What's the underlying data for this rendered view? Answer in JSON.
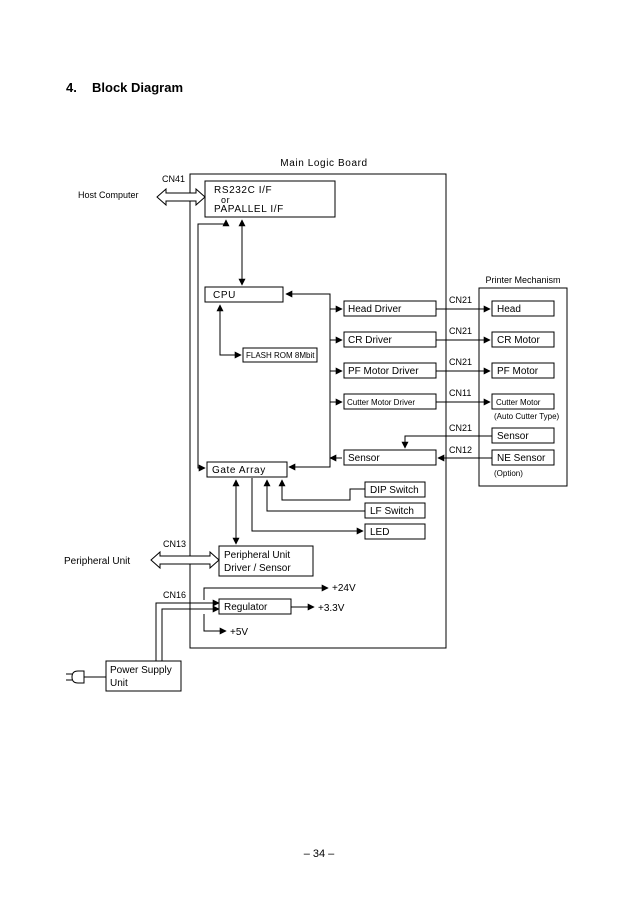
{
  "heading": {
    "number": "4.",
    "title": "Block Diagram"
  },
  "page_number": "– 34 –",
  "main_board": {
    "label": "Main Logic Board"
  },
  "printer_mechanism": {
    "label": "Printer Mechanism"
  },
  "external": {
    "host_computer": "Host Computer",
    "peripheral_unit": "Peripheral Unit",
    "power_supply_line1": "Power Supply",
    "power_supply_line2": "Unit"
  },
  "connectors": {
    "cn41": "CN41",
    "cn13": "CN13",
    "cn16": "CN16",
    "cn21_head": "CN21",
    "cn21_cr": "CN21",
    "cn21_pf": "CN21",
    "cn11": "CN11",
    "cn21_sensor": "CN21",
    "cn12": "CN12"
  },
  "blocks": {
    "rs232c_line1": "RS232C I/F",
    "rs232c_line2": "or",
    "rs232c_line3": "PAPALLEL I/F",
    "cpu": "CPU",
    "flash_rom": "FLASH ROM 8Mbit",
    "gate_array": "Gate Array",
    "head_driver": "Head Driver",
    "cr_driver": "CR Driver",
    "pf_motor_driver": "PF Motor Driver",
    "cutter_motor_driver": "Cutter Motor Driver",
    "sensor": "Sensor",
    "dip_switch": "DIP Switch",
    "lf_switch": "LF Switch",
    "led": "LED",
    "peripheral_driver_line1": "Peripheral Unit",
    "peripheral_driver_line2": "Driver / Sensor",
    "regulator": "Regulator"
  },
  "mechanism": {
    "head": "Head",
    "cr_motor": "CR Motor",
    "pf_motor": "PF Motor",
    "cutter_motor": "Cutter Motor",
    "cutter_note": "(Auto Cutter Type)",
    "sensor": "Sensor",
    "ne_sensor": "NE Sensor",
    "ne_note": "(Option)"
  },
  "voltages": {
    "v24": "+24V",
    "v33": "+3.3V",
    "v5": "+5V"
  }
}
